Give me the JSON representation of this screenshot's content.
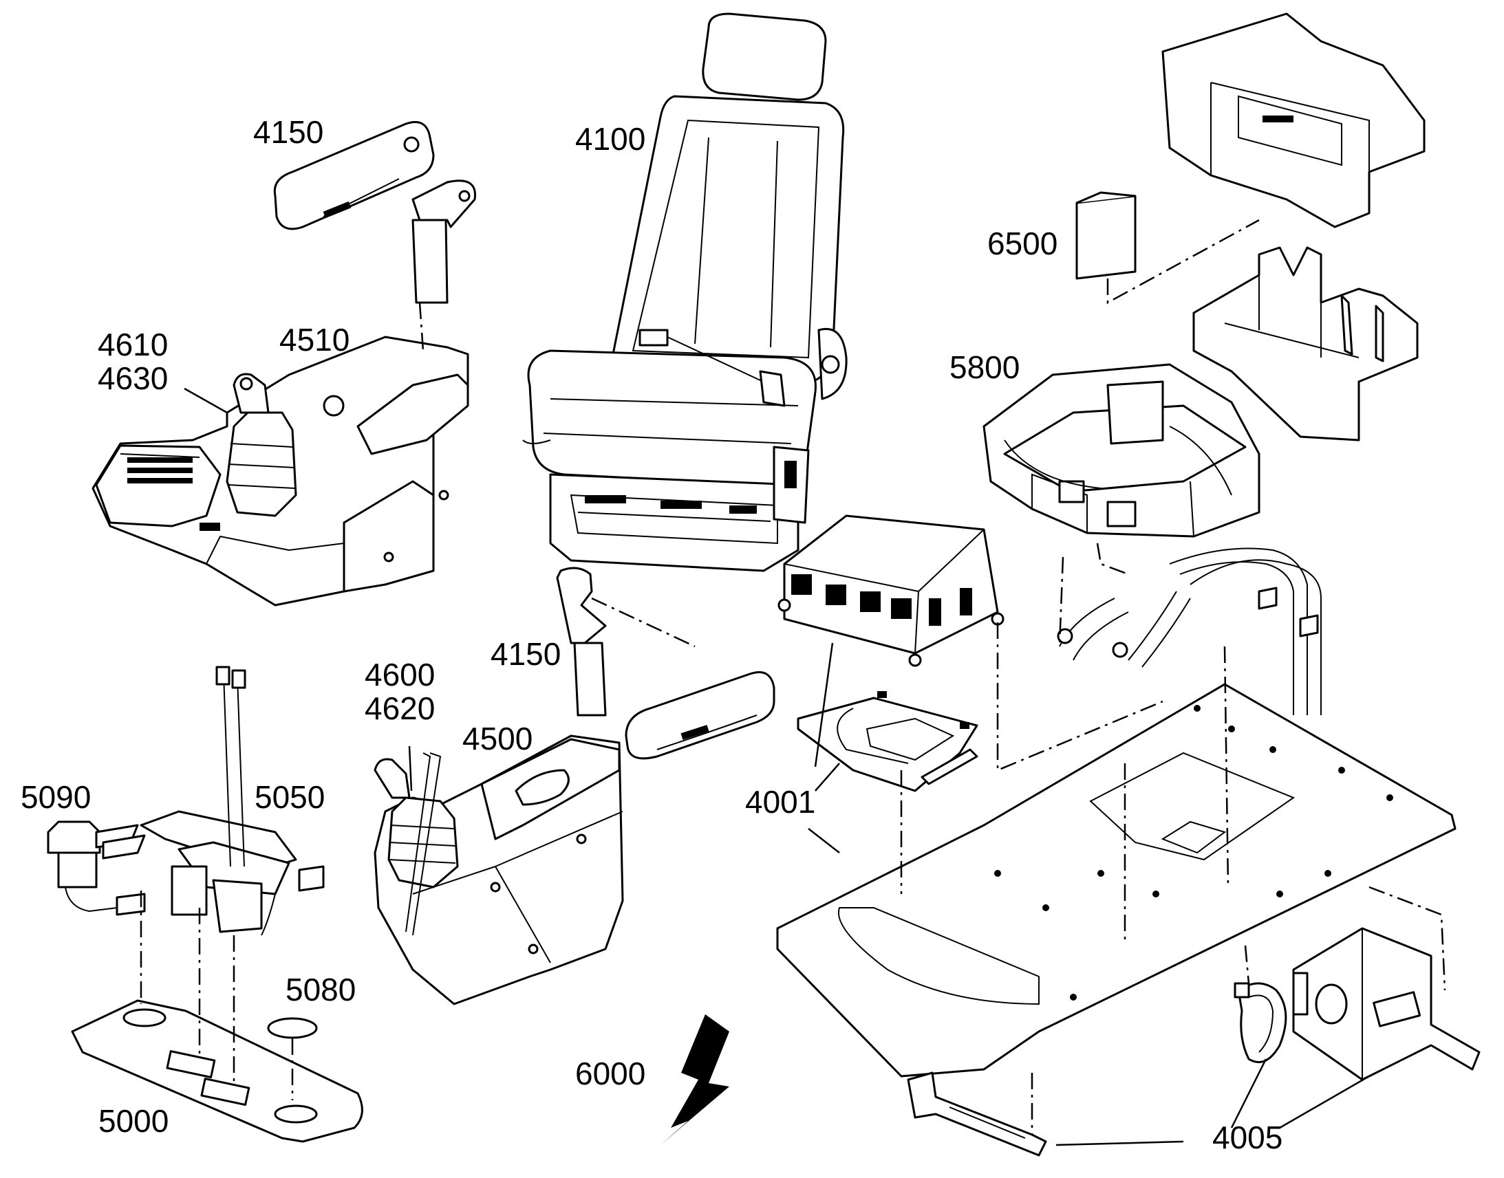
{
  "callouts": {
    "c4150_top": "4150",
    "c4100": "4100",
    "c6500": "6500",
    "c4610": "4610",
    "c4630": "4630",
    "c4510": "4510",
    "c5800": "5800",
    "c4150_mid": "4150",
    "c4600": "4600",
    "c4620": "4620",
    "c4500": "4500",
    "c5090": "5090",
    "c5050": "5050",
    "c4001": "4001",
    "c5080": "5080",
    "c6000": "6000",
    "c5000": "5000",
    "c4005": "4005"
  }
}
